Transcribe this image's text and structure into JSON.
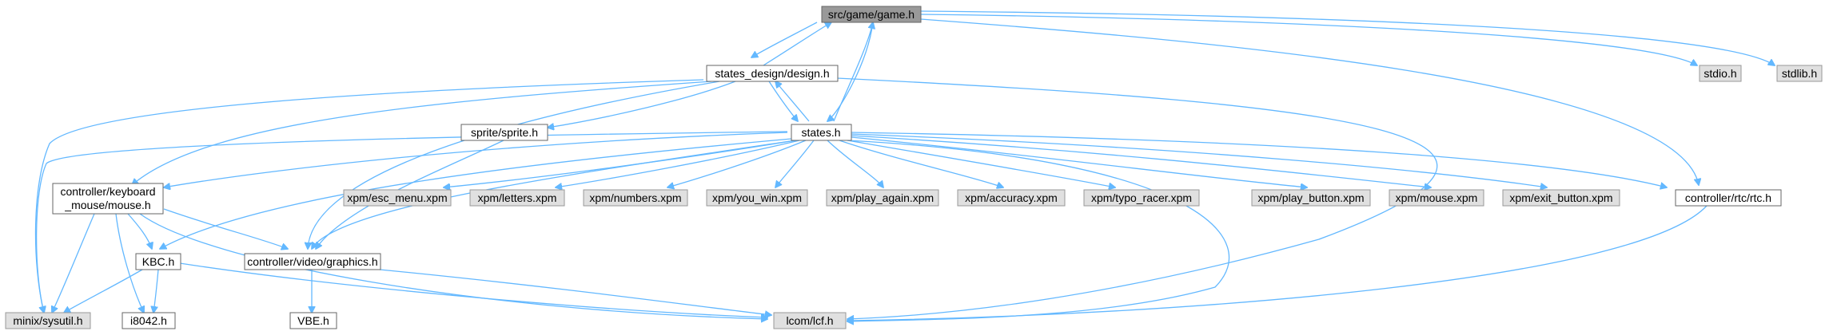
{
  "nodes": {
    "game": "src/game/game.h",
    "design": "states_design/design.h",
    "stdio": "stdio.h",
    "stdlib": "stdlib.h",
    "sprite": "sprite/sprite.h",
    "states": "states.h",
    "mouse_l1": "controller/keyboard",
    "mouse_l2": "_mouse/mouse.h",
    "esc_menu": "xpm/esc_menu.xpm",
    "letters": "xpm/letters.xpm",
    "numbers": "xpm/numbers.xpm",
    "you_win": "xpm/you_win.xpm",
    "play_again": "xpm/play_again.xpm",
    "accuracy": "xpm/accuracy.xpm",
    "typo_racer": "xpm/typo_racer.xpm",
    "play_button": "xpm/play_button.xpm",
    "mouse_xpm": "xpm/mouse.xpm",
    "exit_button": "xpm/exit_button.xpm",
    "rtc": "controller/rtc/rtc.h",
    "kbc": "KBC.h",
    "graphics": "controller/video/graphics.h",
    "sysutil": "minix/sysutil.h",
    "i8042": "i8042.h",
    "vbe": "VBE.h",
    "lcf": "lcom/lcf.h"
  },
  "colors": {
    "edge": "#63b8ff",
    "root_fill": "#999999",
    "system_fill": "#e0e0e0",
    "file_fill": "#ffffff"
  }
}
